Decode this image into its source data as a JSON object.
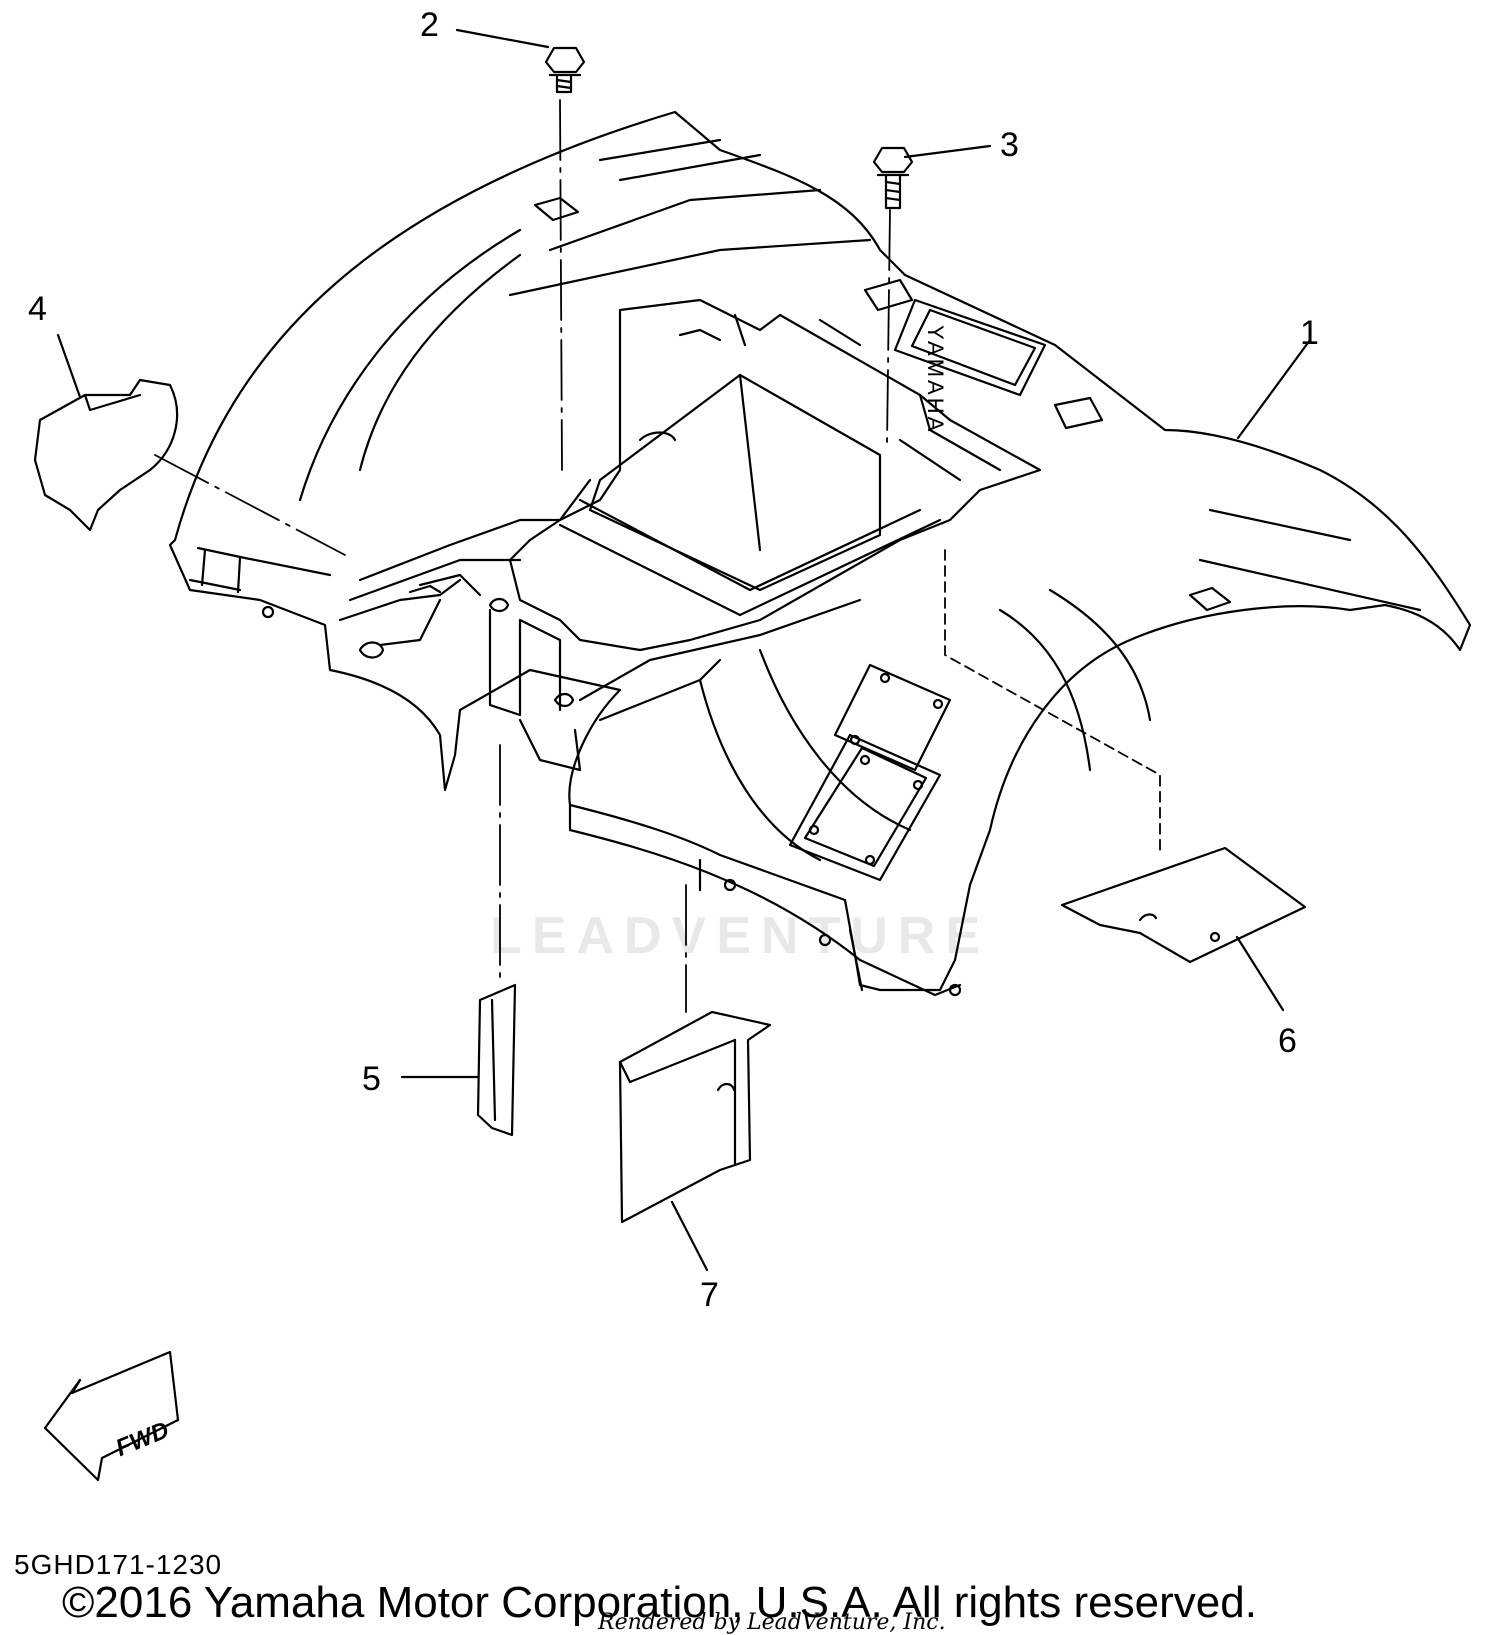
{
  "callouts": [
    {
      "id": "1",
      "label": "1"
    },
    {
      "id": "2",
      "label": "2"
    },
    {
      "id": "3",
      "label": "3"
    },
    {
      "id": "4",
      "label": "4"
    },
    {
      "id": "5",
      "label": "5"
    },
    {
      "id": "6",
      "label": "6"
    },
    {
      "id": "7",
      "label": "7"
    }
  ],
  "fender_logo": "YAMAHA",
  "direction_arrow": "FWD",
  "diagram_code": "5GHD171-1230",
  "copyright": "©2016 Yamaha Motor Corporation, U.S.A. All rights reserved.",
  "rendered_by": "Rendered by LeadVenture, Inc.",
  "watermark": "LEADVENTURE",
  "colors": {
    "line": "#000000",
    "background": "#ffffff"
  }
}
